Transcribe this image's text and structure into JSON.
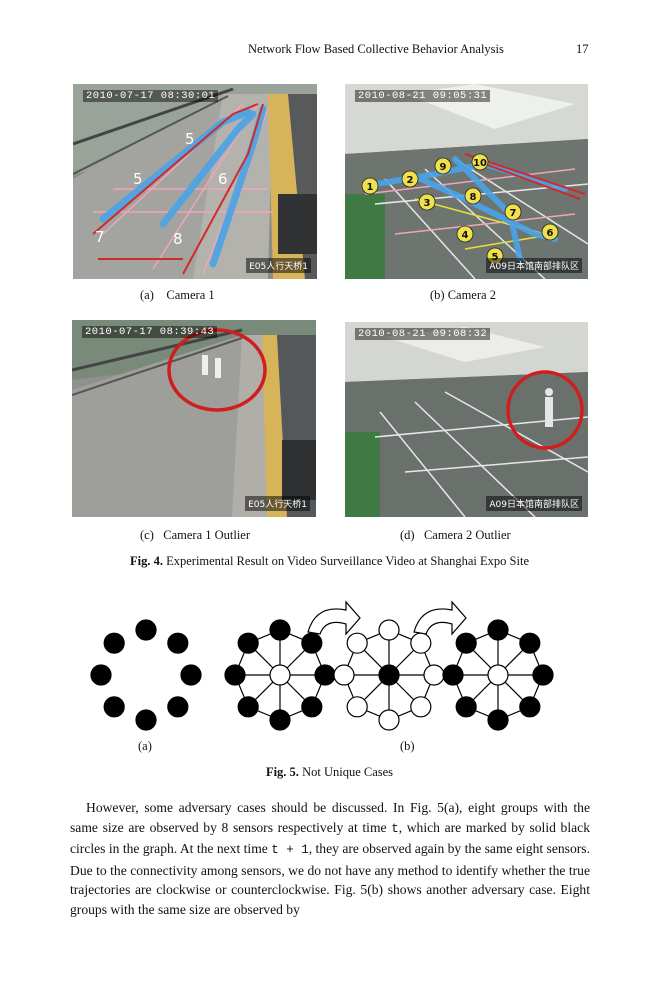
{
  "header": {
    "running_title": "Network Flow Based Collective Behavior Analysis",
    "page_number": "17"
  },
  "fig4": {
    "panels": [
      {
        "timestamp": "2010-07-17 08:30:01",
        "location_tag": "E05人行天桥1",
        "caption": "(a)    Camera 1"
      },
      {
        "timestamp": "2010-08-21 09:05:31",
        "location_tag": "A09日本馆南部排队区",
        "caption": "(b) Camera 2"
      },
      {
        "timestamp": "2010-07-17 08:39:43",
        "location_tag": "E05人行天桥1",
        "caption": "(c)   Camera 1 Outlier"
      },
      {
        "timestamp": "2010-08-21 09:08:32",
        "location_tag": "A09日本馆南部排队区",
        "caption": "(d)   Camera 2 Outlier"
      }
    ],
    "track_labels": [
      "5",
      "5",
      "6",
      "7",
      "8"
    ],
    "node_labels": [
      "1",
      "2",
      "3",
      "4",
      "5",
      "6",
      "7",
      "8",
      "9",
      "10"
    ],
    "caption_label": "Fig. 4.",
    "caption_text": " Experimental Result on Video Surveillance Video at Shanghai Expo Site"
  },
  "fig5": {
    "sub_a": "(a)",
    "sub_b": "(b)",
    "caption_label": "Fig. 5.",
    "caption_text": " Not Unique Cases"
  },
  "paragraph": {
    "s1": "However, some adversary cases should be discussed. In Fig. 5(a), eight groups with the same size are observed by 8 sensors respectively at time ",
    "t1": "t",
    "s2": ", which are marked by solid black circles in the graph. At the next time ",
    "t2": "t + 1",
    "s3": ", they are observed again by the same eight sensors. Due to the connectivity among sensors, we do not have any method to identify whether the true trajectories are clockwise or counterclockwise. Fig. 5(b) shows another adversary case. Eight groups with the same size are observed by"
  }
}
